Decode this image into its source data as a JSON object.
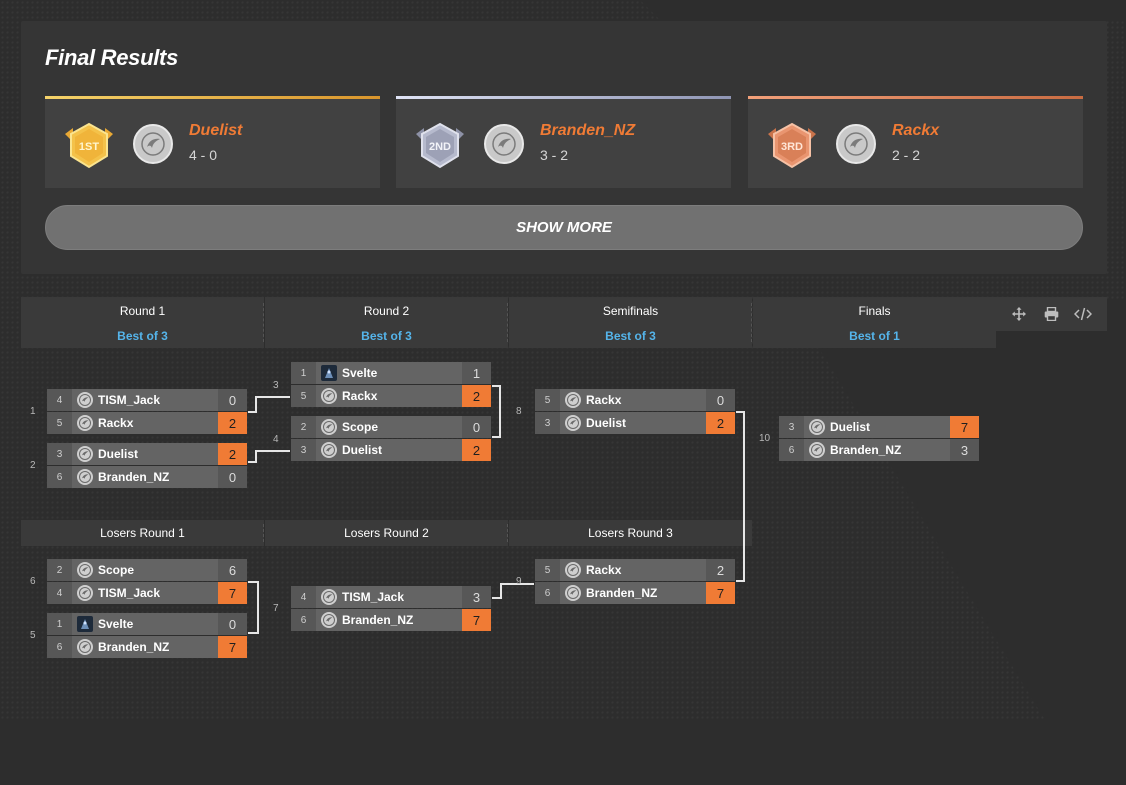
{
  "results": {
    "title": "Final Results",
    "show_more": "SHOW MORE",
    "placements": [
      {
        "medal": "1ST",
        "name": "Duelist",
        "score": "4 - 0",
        "color": "#f2b23a"
      },
      {
        "medal": "2ND",
        "name": "Branden_NZ",
        "score": "3 - 2",
        "color": "#a9aec4"
      },
      {
        "medal": "3RD",
        "name": "Rackx",
        "score": "2 - 2",
        "color": "#e8875a"
      }
    ]
  },
  "rounds": [
    {
      "name": "Round 1",
      "best": "Best of 3"
    },
    {
      "name": "Round 2",
      "best": "Best of 3"
    },
    {
      "name": "Semifinals",
      "best": "Best of 3"
    },
    {
      "name": "Finals",
      "best": "Best of 1"
    }
  ],
  "losers_rounds": [
    "Losers Round 1",
    "Losers Round 2",
    "Losers Round 3"
  ],
  "toolbar": {
    "icons": [
      "move-icon",
      "print-icon",
      "embed-code-icon"
    ]
  },
  "matches": [
    {
      "id": "1",
      "p1": {
        "seed": "4",
        "name": "TISM_Jack",
        "score": "0",
        "win": false
      },
      "p2": {
        "seed": "5",
        "name": "Rackx",
        "score": "2",
        "win": true
      }
    },
    {
      "id": "2",
      "p1": {
        "seed": "3",
        "name": "Duelist",
        "score": "2",
        "win": true
      },
      "p2": {
        "seed": "6",
        "name": "Branden_NZ",
        "score": "0",
        "win": false
      }
    },
    {
      "id": "3",
      "p1": {
        "seed": "1",
        "name": "Svelte",
        "score": "1",
        "win": false,
        "avatar": "square"
      },
      "p2": {
        "seed": "5",
        "name": "Rackx",
        "score": "2",
        "win": true
      }
    },
    {
      "id": "4",
      "p1": {
        "seed": "2",
        "name": "Scope",
        "score": "0",
        "win": false
      },
      "p2": {
        "seed": "3",
        "name": "Duelist",
        "score": "2",
        "win": true
      }
    },
    {
      "id": "8",
      "p1": {
        "seed": "5",
        "name": "Rackx",
        "score": "0",
        "win": false
      },
      "p2": {
        "seed": "3",
        "name": "Duelist",
        "score": "2",
        "win": true
      }
    },
    {
      "id": "10",
      "p1": {
        "seed": "3",
        "name": "Duelist",
        "score": "7",
        "win": true
      },
      "p2": {
        "seed": "6",
        "name": "Branden_NZ",
        "score": "3",
        "win": false
      }
    },
    {
      "id": "6",
      "p1": {
        "seed": "2",
        "name": "Scope",
        "score": "6",
        "win": false
      },
      "p2": {
        "seed": "4",
        "name": "TISM_Jack",
        "score": "7",
        "win": true
      }
    },
    {
      "id": "5",
      "p1": {
        "seed": "1",
        "name": "Svelte",
        "score": "0",
        "win": false,
        "avatar": "square"
      },
      "p2": {
        "seed": "6",
        "name": "Branden_NZ",
        "score": "7",
        "win": true
      }
    },
    {
      "id": "7",
      "p1": {
        "seed": "4",
        "name": "TISM_Jack",
        "score": "3",
        "win": false
      },
      "p2": {
        "seed": "6",
        "name": "Branden_NZ",
        "score": "7",
        "win": true
      }
    },
    {
      "id": "9",
      "p1": {
        "seed": "5",
        "name": "Rackx",
        "score": "2",
        "win": false
      },
      "p2": {
        "seed": "6",
        "name": "Branden_NZ",
        "score": "7",
        "win": true
      }
    }
  ]
}
